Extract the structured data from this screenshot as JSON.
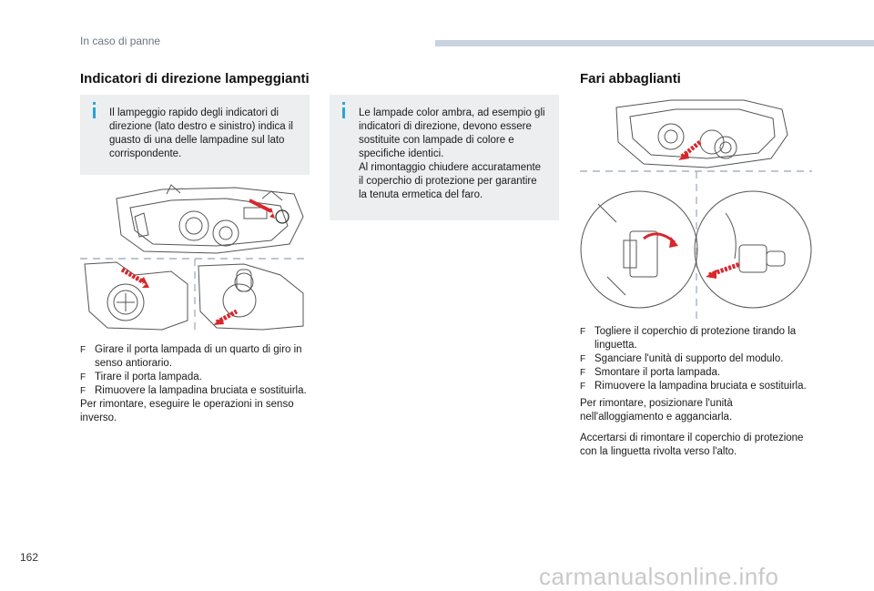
{
  "header": {
    "section": "In caso di panne"
  },
  "left": {
    "title": "Indicatori di direzione lampeggianti",
    "info": "Il lampeggio rapido degli indicatori di direzione (lato destro e sinistro) indica il guasto di una delle lampadine sul lato corrispondente.",
    "steps": [
      "Girare il porta lampada di un quarto di giro in senso antiorario.",
      "Tirare il porta lampada.",
      "Rimuovere la lampadina bruciata e sostituirla."
    ],
    "outro": "Per rimontare, eseguire le operazioni in senso inverso."
  },
  "middle": {
    "info_line1": "Le lampade color ambra, ad esempio gli indicatori di direzione, devono essere sostituite con lampade di colore e specifiche identici.",
    "info_line2": "Al rimontaggio chiudere accuratamente il coperchio di protezione per garantire la tenuta ermetica del faro."
  },
  "right": {
    "title": "Fari abbaglianti",
    "steps": [
      "Togliere il coperchio di protezione tirando la linguetta.",
      "Sganciare l'unità di supporto del modulo.",
      "Smontare il porta lampada.",
      "Rimuovere la lampadina bruciata e sostituirla."
    ],
    "outro1": "Per rimontare, posizionare l'unità nell'alloggiamento e agganciarla.",
    "outro2": "Accertarsi di rimontare il coperchio di protezione con la linguetta rivolta verso l'alto."
  },
  "footer": {
    "page_number": "162",
    "watermark": "carmanualsonline.info"
  },
  "icons": {
    "step_marker": "F",
    "info_marker": "info-bar-icon"
  },
  "colors": {
    "accent_blue": "#2aa3d8",
    "arrow_red": "#d9262b",
    "header_bar": "#c8d2e2",
    "box_bg": "#eceeef"
  }
}
